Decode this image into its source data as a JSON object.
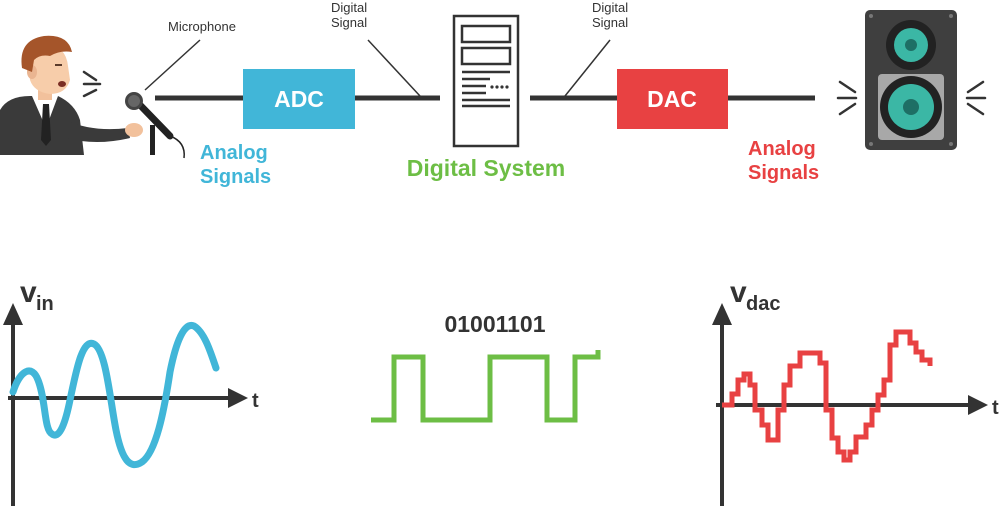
{
  "labels": {
    "microphone": "Microphone",
    "digital_signal_left_1": "Digital",
    "digital_signal_left_2": "Signal",
    "digital_signal_right_1": "Digital",
    "digital_signal_right_2": "Signal",
    "adc": "ADC",
    "dac": "DAC",
    "analog_left_1": "Analog",
    "analog_left_2": "Signals",
    "digital_system": "Digital System",
    "analog_right_1": "Analog",
    "analog_right_2": "Signals",
    "vin_main": "v",
    "vin_sub": "in",
    "vdac_main": "v",
    "vdac_sub": "dac",
    "t_left": "t",
    "t_right": "t",
    "bits": "01001101"
  },
  "colors": {
    "adc": "#41b6d8",
    "dac": "#e84142",
    "digital": "#6dbe45",
    "dark": "#333333",
    "analog_wave": "#41b6d8",
    "dac_wave": "#e84142"
  },
  "icons": {
    "person": "speaker-person-icon",
    "microphone": "microphone-icon",
    "computer": "computer-tower-icon",
    "loudspeaker": "loudspeaker-icon"
  }
}
